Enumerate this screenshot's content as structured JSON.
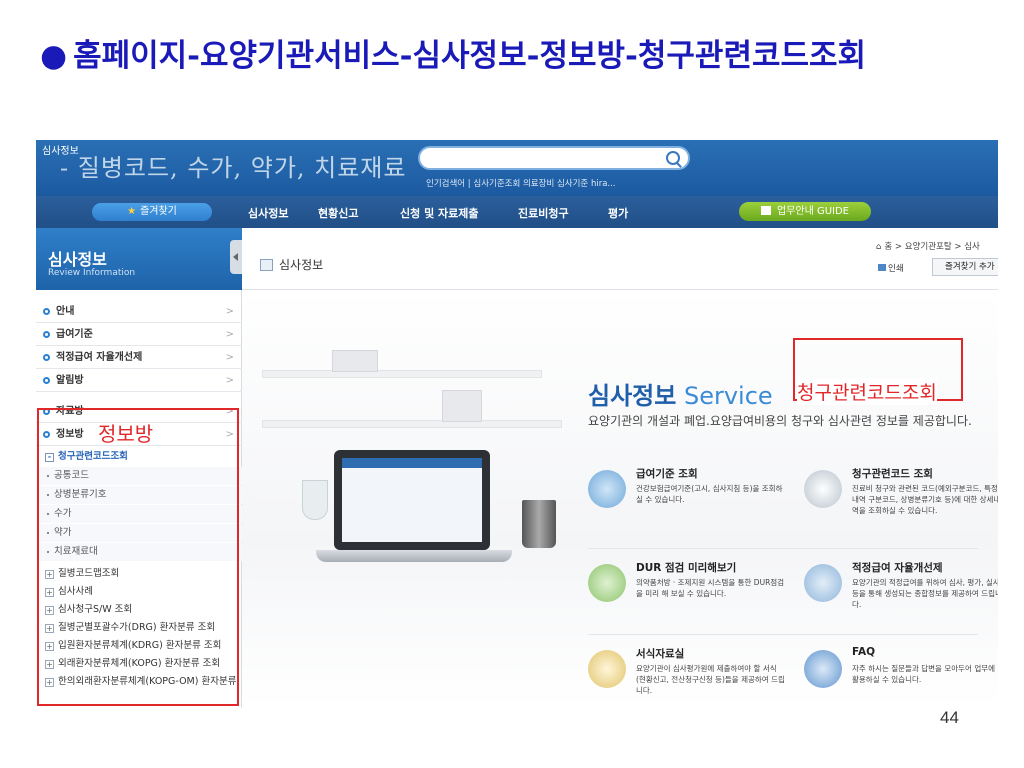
{
  "slide": {
    "title_bullet": "●",
    "title": "홈페이지-요양기관서비스-심사정보-정보방-청구관련코드조회",
    "page_number": "44"
  },
  "header": {
    "logo_text": "심사정보",
    "overlay_text": "- 질병코드, 수가, 약가, 치료재료",
    "keywords": "인기검색어 | 심사기준조회  의료장비  심사기준  hira..."
  },
  "nav": {
    "favorites": "즐겨찾기",
    "items": [
      "심사정보",
      "현황신고",
      "신청 및 자료제출",
      "진료비청구",
      "평가"
    ],
    "guide": "업무안내 GUIDE"
  },
  "sidebar": {
    "title": "심사정보",
    "subtitle": "Review Information",
    "menu": [
      "안내",
      "급여기준",
      "적정급여 자율개선제",
      "알림방",
      "자료방",
      "정보방"
    ],
    "active_sub": "청구관련코드조회",
    "leaves": [
      "공통코드",
      "상병분류기호",
      "수가",
      "약가",
      "치료재료대"
    ],
    "tree": [
      "질병코드맵조회",
      "심사사례",
      "심사청구S/W 조회",
      "질병군별포괄수가(DRG) 환자분류 조회",
      "입원환자분류체계(KDRG) 환자분류 조회",
      "외래환자분류체계(KOPG) 환자분류 조회",
      "한의외래환자분류체계(KOPG-OM) 환자분류"
    ],
    "chevron": ">"
  },
  "annotations": {
    "side_label": "정보방",
    "main_label": "청구관련코드조회"
  },
  "main": {
    "page_title": "심사정보",
    "breadcrumb": "홈 > 요양기관포탈 > 심사",
    "print": "인쇄",
    "fav_add": "즐겨찾기 추가",
    "service_title_bold": "심사정보",
    "service_title_light": " Service",
    "service_desc": "요양기관의 개설과 폐업.요양급여비용의 청구와 심사관련 정보를 제공합니다.",
    "cards": [
      {
        "title": "급여기준 조회",
        "desc": "건강보험급여기준(고시, 심사지침 등)을 조회하실 수 있습니다."
      },
      {
        "title": "청구관련코드 조회",
        "desc": "진료비 청구와 관련된 코드(예외구분코드, 특정내역 구분코드, 상병분류기호 등)에 대한 상세내역을 조회하실 수 있습니다."
      },
      {
        "title": "DUR 점검 미리해보기",
        "desc": "의약품처방 · 조제지원 시스템을 통한 DUR점검을 미리 해 보실 수 있습니다."
      },
      {
        "title": "적정급여 자율개선제",
        "desc": "요양기관의 적정급여를 위하여 심사, 평가, 실사 등을 통해 생성되는 종합정보를 제공하여 드립니다."
      },
      {
        "title": "서식자료실",
        "desc": "요양기관이 심사평가원에 제출하여야 할 서식(현황신고, 전산청구신청 등)들을 제공하여 드립니다."
      },
      {
        "title": "FAQ",
        "desc": "자주 하시는 질문들과 답변을 모아두어 업무에 활용하실 수 있습니다."
      }
    ]
  },
  "colors": {
    "title_blue": "#1a1ab8",
    "header_blue": "#1c5aa0",
    "annotation_red": "#e0282b",
    "guide_green": "#6aa81e"
  }
}
